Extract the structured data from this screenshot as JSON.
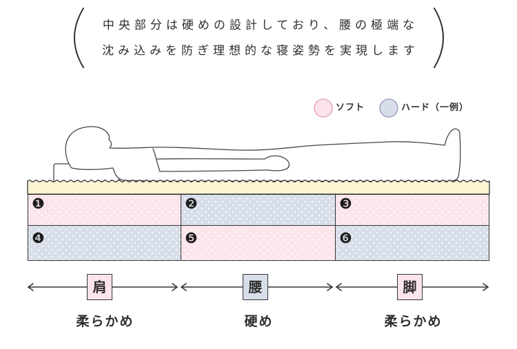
{
  "caption": {
    "lines": [
      "中央部分は硬めの設計しており、腰の極端な",
      "沈み込みを防ぎ理想的な寝姿勢を実現します"
    ]
  },
  "legend": {
    "items": [
      {
        "label": "ソフト",
        "fill": "#fbe4ea",
        "stroke": "#e49aab"
      },
      {
        "label": "ハード（一例）",
        "fill": "#d7dee9",
        "stroke": "#8e9ab0"
      }
    ]
  },
  "mattress": {
    "top_layer_color": "#fdf4d3",
    "zones": [
      [
        {
          "number": "❶",
          "fill": "#fbe4ea"
        },
        {
          "number": "❷",
          "fill": "#d7dee9"
        },
        {
          "number": "❸",
          "fill": "#fbe4ea"
        }
      ],
      [
        {
          "number": "❹",
          "fill": "#d7dee9"
        },
        {
          "number": "❺",
          "fill": "#fbe4ea"
        },
        {
          "number": "❻",
          "fill": "#d7dee9"
        }
      ]
    ]
  },
  "regions": [
    {
      "body_part": "肩",
      "firmness": "柔らかめ",
      "fill": "#fbe4ea"
    },
    {
      "body_part": "腰",
      "firmness": "硬め",
      "fill": "#d7dee9"
    },
    {
      "body_part": "脚",
      "firmness": "柔らかめ",
      "fill": "#fbe4ea"
    }
  ]
}
